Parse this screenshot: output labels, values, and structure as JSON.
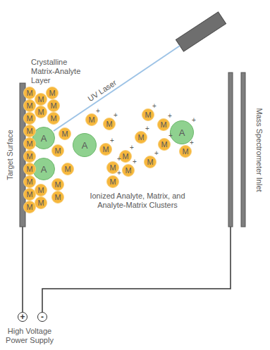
{
  "diagram": {
    "nodes": [
      {
        "text": [
          "Target Surface"
        ]
      },
      {
        "text": [
          "Mass Spectrometer Inlet"
        ]
      },
      {
        "text": [
          "+"
        ]
      },
      {
        "text": [
          "-"
        ]
      },
      {
        "text": [
          "A"
        ]
      },
      {
        "text": [
          "A"
        ]
      },
      {
        "text": [
          "M"
        ]
      },
      {
        "text": [
          "M"
        ]
      },
      {
        "text": [
          "M"
        ]
      },
      {
        "text": [
          "M"
        ]
      },
      {
        "text": [
          "M"
        ]
      },
      {
        "text": [
          "M"
        ]
      },
      {
        "text": [
          "M"
        ]
      },
      {
        "text": [
          "M"
        ]
      },
      {
        "text": [
          "M"
        ]
      },
      {
        "text": [
          "M"
        ]
      },
      {
        "text": [
          "M"
        ]
      },
      {
        "text": [
          "M"
        ]
      },
      {
        "text": [
          "M"
        ]
      },
      {
        "text": [
          "M"
        ]
      },
      {
        "text": [
          "M"
        ]
      },
      {
        "text": [
          "M"
        ]
      },
      {
        "text": [
          "M"
        ]
      },
      {
        "text": [
          "M"
        ]
      },
      {
        "text": [
          "M"
        ]
      },
      {
        "text": [
          "M"
        ]
      },
      {
        "text": [
          "M"
        ]
      },
      {
        "text": [
          "M"
        ]
      },
      {
        "text": [
          "A"
        ]
      },
      {
        "text": [
          "A",
          "+"
        ]
      },
      {
        "text": [
          "M",
          "+"
        ]
      },
      {
        "text": [
          "M",
          "+"
        ]
      },
      {
        "text": [
          "M",
          "+"
        ]
      },
      {
        "text": [
          "M",
          "+"
        ]
      },
      {
        "text": [
          "M",
          "+"
        ]
      },
      {
        "text": [
          "M",
          "+"
        ]
      },
      {
        "text": [
          "M",
          "+"
        ]
      },
      {
        "text": [
          "M",
          "+"
        ]
      },
      {
        "text": [
          "M",
          "+"
        ]
      },
      {
        "text": [
          "M",
          "+"
        ]
      },
      {
        "text": [
          "M",
          "+"
        ]
      },
      {
        "text": [
          "M",
          "+"
        ]
      },
      {
        "text": [
          "M",
          "+"
        ]
      }
    ],
    "edges": [
      {
        "from": 2,
        "to": 0,
        "arrow": "none"
      },
      {
        "from": 3,
        "to": 1,
        "arrow": "none"
      }
    ],
    "labels": [
      "Crystalline Matrix-Analyte Layer",
      "UV Laser",
      "Ionized Analyte, Matrix, and Analyte-Matrix Clusters",
      "High Voltage Power Supply"
    ]
  }
}
